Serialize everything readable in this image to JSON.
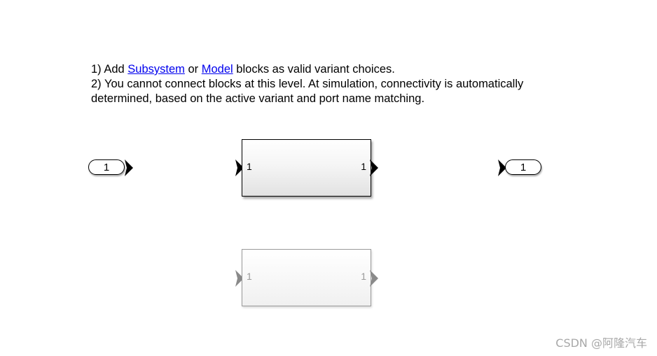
{
  "annotation": {
    "line1_prefix": "1) Add ",
    "link_subsystem": "Subsystem",
    "line1_or": " or ",
    "link_model": "Model",
    "line1_suffix": " blocks as valid variant choices.",
    "line2": "2) You cannot connect blocks at this level. At simulation, connectivity is automatically",
    "line3": "determined, based on the active variant and port name matching."
  },
  "inport": {
    "label": "1"
  },
  "outport": {
    "label": "1"
  },
  "active_block": {
    "in_port": "1",
    "out_port": "1"
  },
  "inactive_block": {
    "in_port": "1",
    "out_port": "1"
  },
  "watermark": "CSDN @阿隆汽车",
  "colors": {
    "link": "#0000ee",
    "inactive": "#9a9a9a",
    "active_border": "#000000"
  }
}
